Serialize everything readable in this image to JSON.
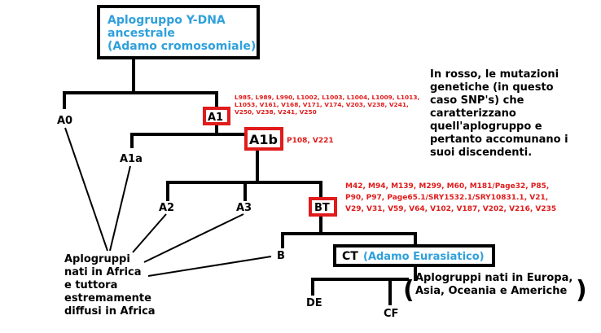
{
  "root": {
    "line1": "Aplogruppo Y-DNA",
    "line2": "ancestrale",
    "line3": "(Adamo cromosomiale)"
  },
  "nodes": {
    "a0": "A0",
    "a1": "A1",
    "a1a": "A1a",
    "a1b": "A1b",
    "a2": "A2",
    "a3": "A3",
    "bt": "BT",
    "b": "B",
    "ct": "CT",
    "ct_sub": "(Adamo Eurasiatico)",
    "de": "DE",
    "cf": "CF"
  },
  "mutations": {
    "a1": [
      "L985, L989, L990, L1002, L1003, L1004, L1009, L1013,",
      "L1053, V161, V168, V171, V174, V203, V238, V241,",
      "V250, V238, V241, V250"
    ],
    "a1b": "P108, V221",
    "bt": [
      "M42, M94, M139, M299, M60, M181/Page32, P85,",
      "P90, P97, Page65.1/SRY1532.1/SRY10831.1, V21,",
      "V29, V31, V59, V64, V102, V187, V202, V216, V235"
    ]
  },
  "note_red": [
    "In rosso, le mutazioni",
    "genetiche (in questo",
    "caso SNP's) che",
    "caratterizzano",
    "quell'aplogruppo e",
    "pertanto accomunano i",
    "suoi discendenti."
  ],
  "note_africa": [
    "Aplogruppi",
    "nati in Africa",
    "e tuttora",
    "estremamente",
    "diffusi in Africa"
  ],
  "note_eurasia": [
    "Aplogruppi nati in Europa,",
    "Asia, Oceania e Americhe"
  ],
  "colors": {
    "mutation": "#e01b1b",
    "adam": "#2fa0dc"
  }
}
